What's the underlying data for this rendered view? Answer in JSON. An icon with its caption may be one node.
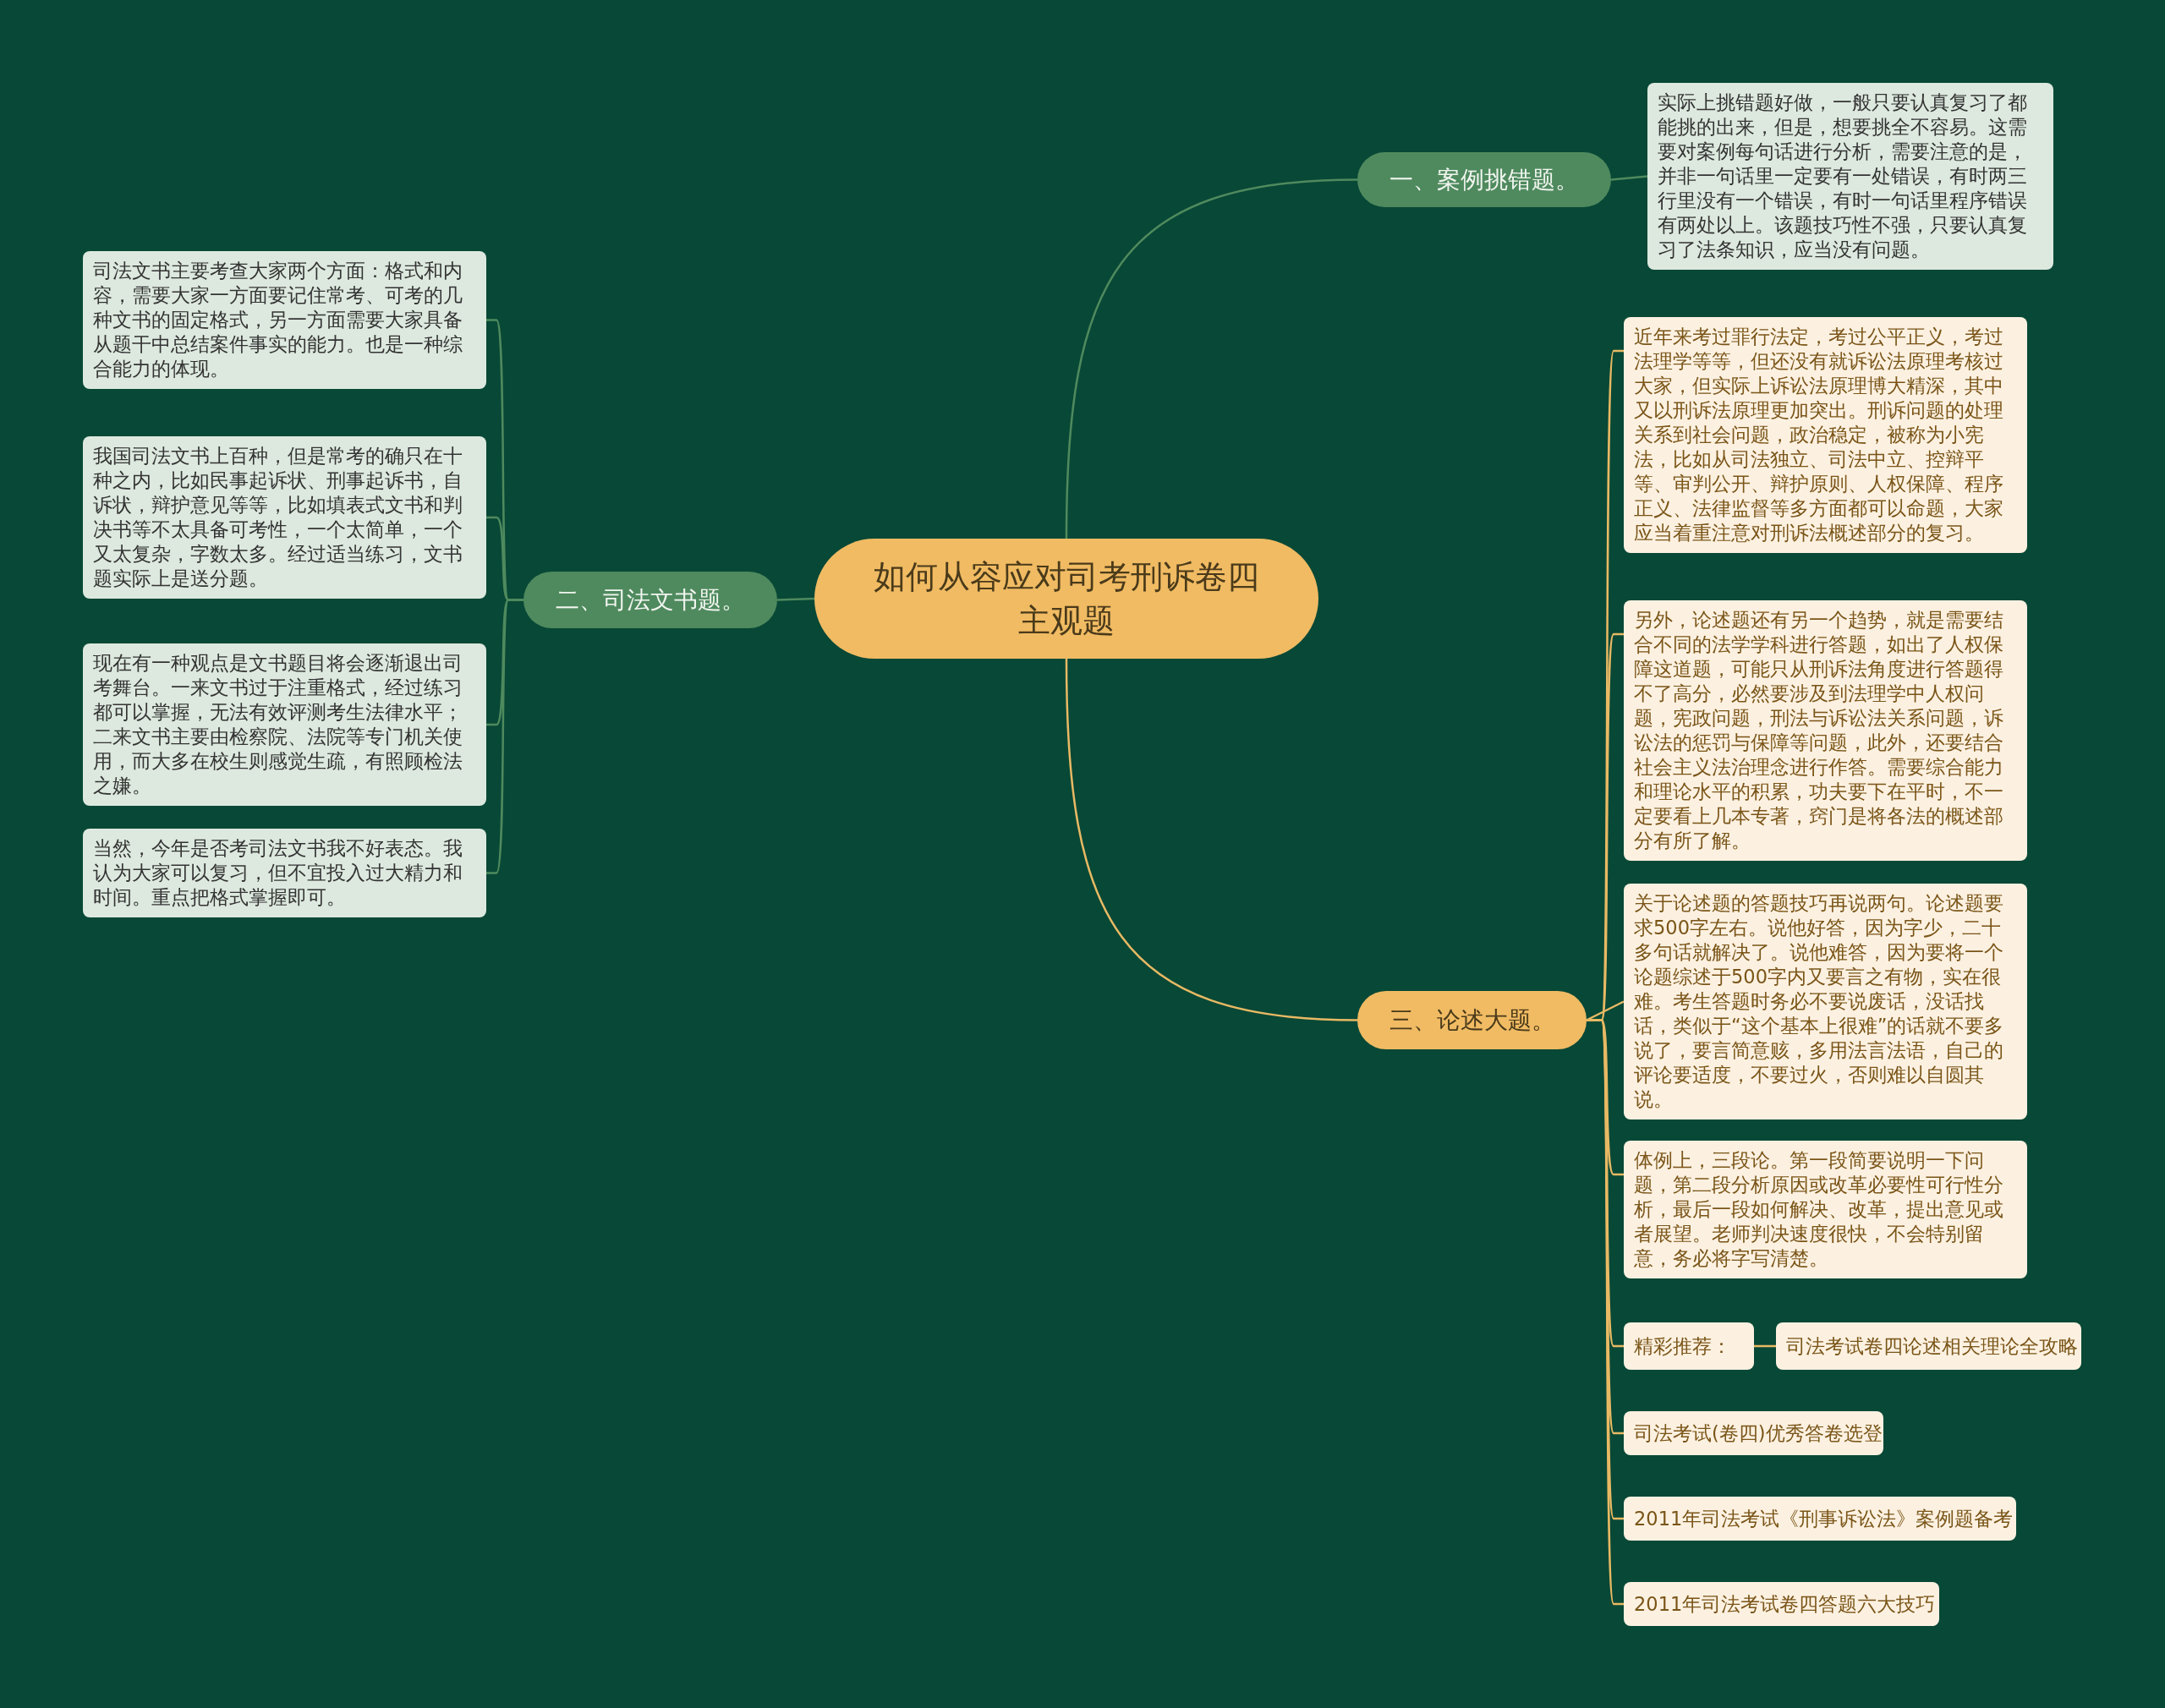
{
  "diagram": {
    "nodes": [
      {
        "text": [
          "如何从容应对司考刑诉卷四主观题"
        ]
      },
      {
        "text": [
          "一、案例挑错题。"
        ]
      },
      {
        "text": [
          "实际上挑错题好做，一般只要认真复习了都能挑的出来，但是，想要挑全不容易。这需要对案例每句话进行分析，需要注意的是，并非一句话里一定要有一处错误，有时两三行里没有一个错误，有时一句话里程序错误有两处以上。该题技巧性不强，只要认真复习了法条知识，应当没有问题。"
        ]
      },
      {
        "text": [
          "二、司法文书题。"
        ]
      },
      {
        "text": [
          "司法文书主要考查大家两个方面：格式和内容，需要大家一方面要记住常考、可考的几种文书的固定格式，另一方面需要大家具备从题干中总结案件事实的能力。也是一种综合能力的体现。"
        ]
      },
      {
        "text": [
          "我国司法文书上百种，但是常考的确只在十种之内，比如民事起诉状、刑事起诉书，自诉状，辩护意见等等，比如填表式文书和判决书等不太具备可考性，一个太简单，一个又太复杂，字数太多。经过适当练习，文书题实际上是送分题。"
        ]
      },
      {
        "text": [
          "现在有一种观点是文书题目将会逐渐退出司考舞台。一来文书过于注重格式，经过练习都可以掌握，无法有效评测考生法律水平；二来文书主要由检察院、法院等专门机关使用，而大多在校生则感觉生疏，有照顾检法之嫌。"
        ]
      },
      {
        "text": [
          "当然，今年是否考司法文书我不好表态。我认为大家可以复习，但不宜投入过大精力和时间。重点把格式掌握即可。"
        ]
      },
      {
        "text": [
          "三、论述大题。"
        ]
      },
      {
        "text": [
          "近年来考过罪行法定，考过公平正义，考过法理学等等，但还没有就诉讼法原理考核过大家，但实际上诉讼法原理博大精深，其中又以刑诉法原理更加突出。刑诉问题的处理关系到社会问题，政治稳定，被称为小宪法，比如从司法独立、司法中立、控辩平等、审判公开、辩护原则、人权保障、程序正义、法律监督等多方面都可以命题，大家应当着重注意对刑诉法概述部分的复习。"
        ]
      },
      {
        "text": [
          "另外，论述题还有另一个趋势，就是需要结合不同的法学学科进行答题，如出了人权保障这道题，可能只从刑诉法角度进行答题得不了高分，必然要涉及到法理学中人权问题，宪政问题，刑法与诉讼法关系问题，诉讼法的惩罚与保障等问题，此外，还要结合社会主义法治理念进行作答。需要综合能力和理论水平的积累，功夫要下在平时，不一定要看上几本专著，窍门是将各法的概述部分有所了解。"
        ]
      },
      {
        "text": [
          "关于论述题的答题技巧再说两句。论述题要求500字左右。说他好答，因为字少，二十多句话就解决了。说他难答，因为要将一个论题综述于500字内又要言之有物，实在很难。考生答题时务必不要说废话，没话找话，类似于“这个基本上很难”的话就不要多说了，要言简意赅，多用法言法语，自己的评论要适度，不要过火，否则难以自圆其说。"
        ]
      },
      {
        "text": [
          "体例上，三段论。第一段简要说明一下问题，第二段分析原因或改革必要性可行性分析，最后一段如何解决、改革，提出意见或者展望。老师判决速度很快，不会特别留意，务必将字写清楚。"
        ]
      },
      {
        "text": [
          "精彩推荐："
        ]
      },
      {
        "text": [
          "司法考试卷四论述相关理论全攻略"
        ]
      },
      {
        "text": [
          "司法考试(卷四)优秀答卷选登"
        ]
      },
      {
        "text": [
          "2011年司法考试《刑事诉讼法》案例题备考"
        ]
      },
      {
        "text": [
          "2011年司法考试卷四答题六大技巧"
        ]
      }
    ],
    "edges": [
      {
        "from": 0,
        "to": 1,
        "arrow": "none",
        "color": "#4f8a5e"
      },
      {
        "from": 1,
        "to": 2,
        "arrow": "none",
        "color": "#4f8a5e"
      },
      {
        "from": 0,
        "to": 3,
        "arrow": "none",
        "color": "#4f8a5e"
      },
      {
        "from": 3,
        "to": 4,
        "arrow": "none",
        "color": "#4f8a5e"
      },
      {
        "from": 3,
        "to": 5,
        "arrow": "none",
        "color": "#4f8a5e"
      },
      {
        "from": 3,
        "to": 6,
        "arrow": "none",
        "color": "#4f8a5e"
      },
      {
        "from": 3,
        "to": 7,
        "arrow": "none",
        "color": "#4f8a5e"
      },
      {
        "from": 0,
        "to": 8,
        "arrow": "none"
      },
      {
        "from": 8,
        "to": 9,
        "arrow": "none"
      },
      {
        "from": 8,
        "to": 10,
        "arrow": "none"
      },
      {
        "from": 8,
        "to": 11,
        "arrow": "none"
      },
      {
        "from": 8,
        "to": 12,
        "arrow": "none"
      },
      {
        "from": 8,
        "to": 13,
        "arrow": "none"
      },
      {
        "from": 13,
        "to": 14,
        "arrow": "none"
      },
      {
        "from": 8,
        "to": 15,
        "arrow": "none"
      },
      {
        "from": 8,
        "to": 16,
        "arrow": "none"
      },
      {
        "from": 8,
        "to": 17,
        "arrow": "none"
      }
    ]
  }
}
